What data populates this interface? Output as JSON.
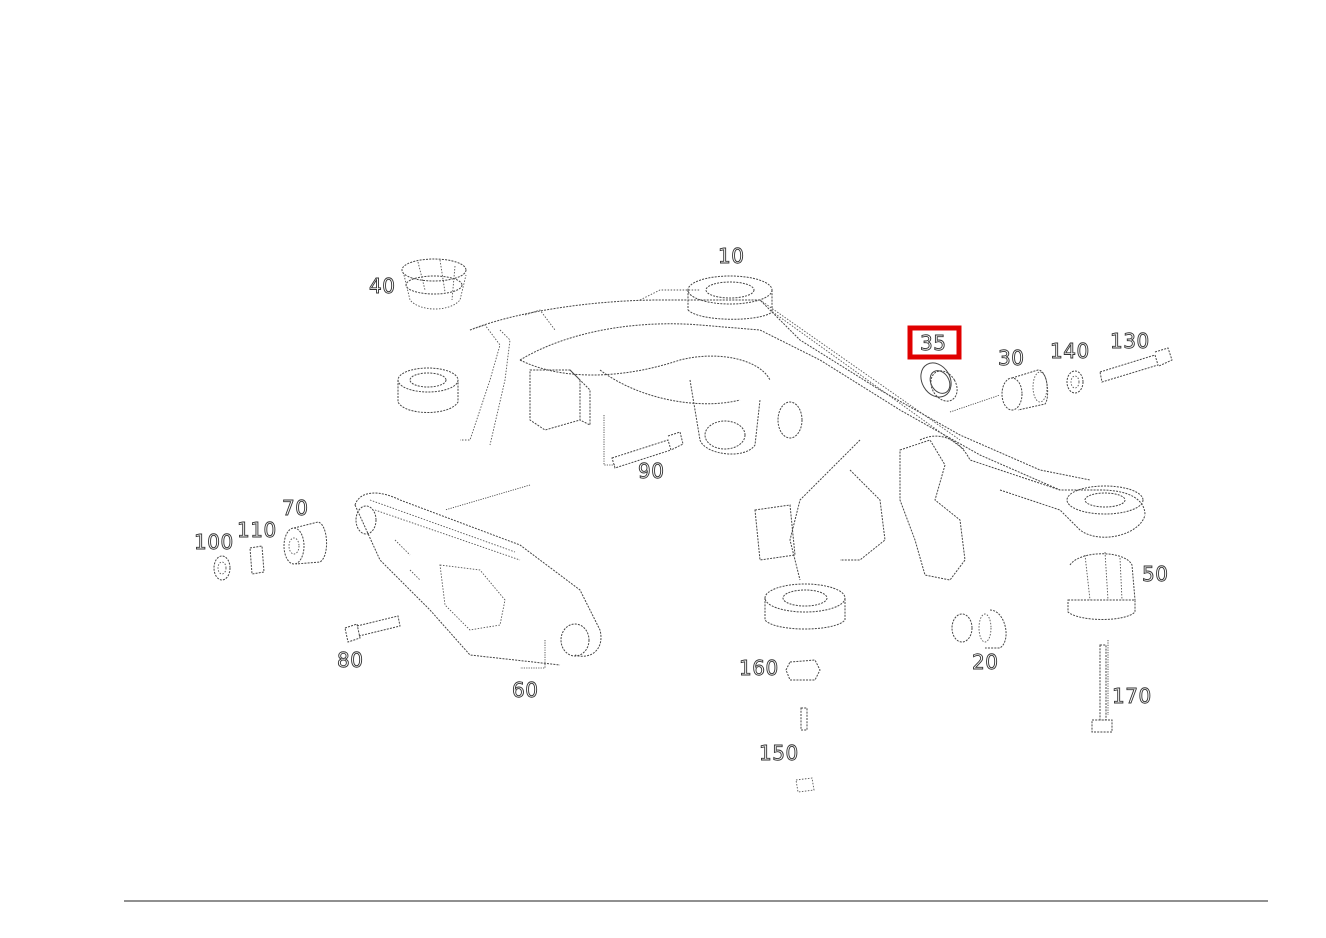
{
  "diagram": {
    "parts": [
      {
        "id": "10",
        "label": "10"
      },
      {
        "id": "20",
        "label": "20"
      },
      {
        "id": "30",
        "label": "30"
      },
      {
        "id": "35",
        "label": "35",
        "highlighted": true
      },
      {
        "id": "40",
        "label": "40"
      },
      {
        "id": "50",
        "label": "50"
      },
      {
        "id": "60",
        "label": "60"
      },
      {
        "id": "70",
        "label": "70"
      },
      {
        "id": "80",
        "label": "80"
      },
      {
        "id": "90",
        "label": "90"
      },
      {
        "id": "100",
        "label": "100"
      },
      {
        "id": "110",
        "label": "110"
      },
      {
        "id": "130",
        "label": "130"
      },
      {
        "id": "140",
        "label": "140"
      },
      {
        "id": "150",
        "label": "150"
      },
      {
        "id": "160",
        "label": "160"
      },
      {
        "id": "170",
        "label": "170"
      }
    ],
    "highlight_color": "#e00000"
  }
}
